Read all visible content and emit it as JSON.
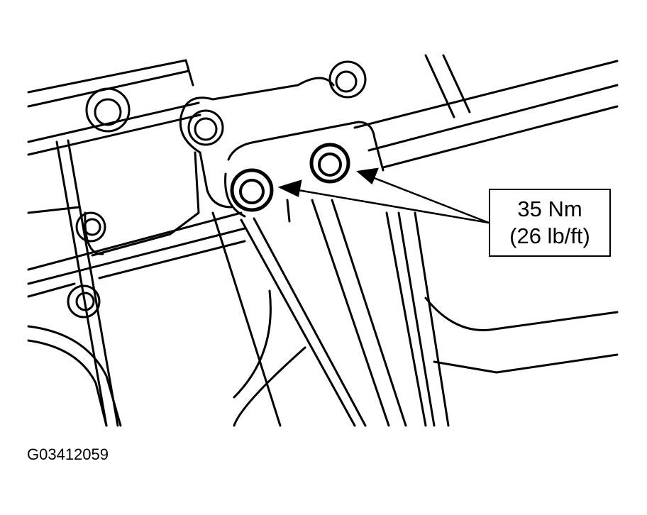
{
  "callout": {
    "torque_metric": "35 Nm",
    "torque_imperial": "(26 lb/ft)"
  },
  "figure": {
    "id": "G03412059"
  },
  "colors": {
    "line": "#000000",
    "background": "#ffffff"
  }
}
